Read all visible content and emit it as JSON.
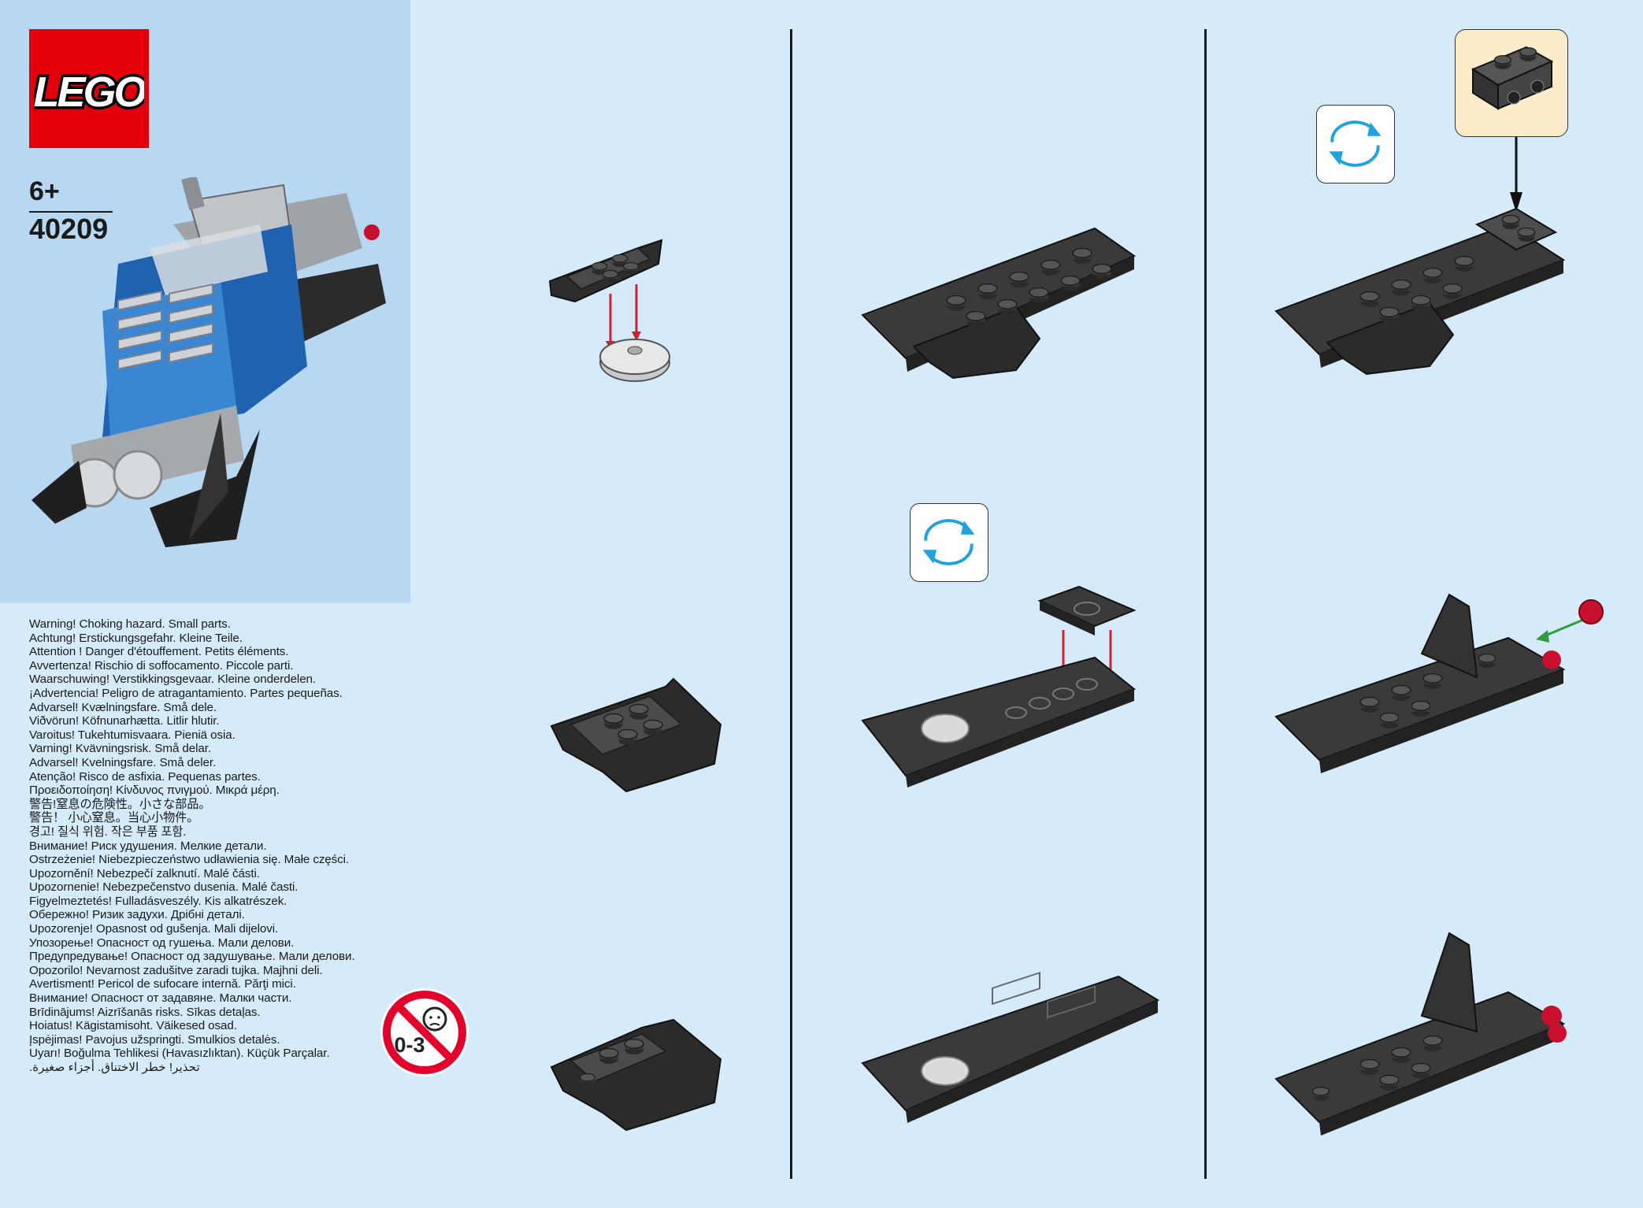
{
  "cover": {
    "brand": "LEGO",
    "age": "6+",
    "set_number": "40209"
  },
  "warnings": [
    "Warning! Choking hazard. Small parts.",
    "Achtung! Erstickungsgefahr. Kleine Teile.",
    "Attention ! Danger d'étouffement. Petits éléments.",
    "Avvertenza! Rischio di soffocamento. Piccole parti.",
    "Waarschuwing! Verstikkingsgevaar. Kleine onderdelen.",
    "¡Advertencia! Peligro de atragantamiento. Partes pequeñas.",
    "Advarsel! Kvælningsfare. Små dele.",
    "Viðvörun! Köfnunarhætta. Litlir hlutir.",
    "Varoitus! Tukehtumisvaara. Pieniä osia.",
    "Varning! Kvävningsrisk. Små delar.",
    "Advarsel! Kvelningsfare. Små deler.",
    "Atenção! Risco de asfixia. Pequenas partes.",
    "Προειδοποίηση! Κίνδυνος πνιγμού. Μικρά μέρη.",
    "警告!窒息の危険性。小さな部品。",
    "警告！ 小心窒息。当心小物件。",
    "경고! 질식 위험. 작은 부품 포함.",
    "Внимание! Риск удушения. Мелкие детали.",
    "Ostrzeżenie! Niebezpieczeństwo udławienia się. Małe części.",
    "Upozornění! Nebezpečí zalknutí. Malé části.",
    "Upozornenie! Nebezpečenstvo dusenia. Malé časti.",
    "Figyelmeztetés! Fulladásveszély. Kis alkatrészek.",
    "Обережно! Ризик задухи. Дрібні деталі.",
    "Upozorenje! Opasnost od gušenja. Mali dijelovi.",
    "Упозорење! Опасност од гушења. Мали делови.",
    "Предупредување! Опасност од задушување. Мали делови.",
    "Opozorilo! Nevarnost zadušitve zaradi tujka. Majhni deli.",
    "Avertisment! Pericol de sufocare internă. Părţi mici.",
    "Внимание! Опасност от задавяне. Малки части.",
    "Brīdinājums! Aizrīšanās risks. Sīkas detaļas.",
    "Hoiatus! Kägistamisoht. Väikesed osad.",
    "Įspėjimas! Pavojus užspringti. Smulkios detalės.",
    "Uyarı! Boğulma Tehlikesi (Havasızlıktan). Küçük Parçalar.",
    "تحذير! خطر الاختناق. أجزاء صغيرة."
  ],
  "age_warning_badge": "0-3",
  "colors": {
    "background": "#d5ebf9",
    "cover_panel": "#b8d7f1",
    "lego_red": "#e3000b",
    "callout": "#fcecc9",
    "arrow_red": "#d2202f",
    "rotate_blue": "#1fa3e0"
  }
}
